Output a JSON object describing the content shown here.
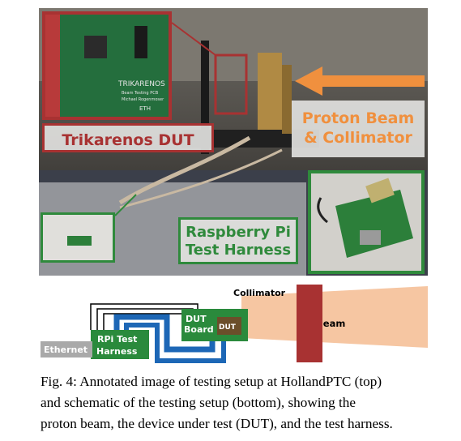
{
  "photo": {
    "label_dut": "Trikarenos DUT",
    "label_beam_line1": "Proton Beam",
    "label_beam_line2": "& Collimator",
    "label_rpi_line1": "Raspberry Pi",
    "label_rpi_line2": "Test Harness",
    "board_text": [
      "TRIKARENOS",
      "Beam Testing PCB",
      "Michael Rogenmoser",
      "ETH"
    ]
  },
  "schematic": {
    "collimator_label": "Collimator",
    "beam_label": "Beam",
    "dut_board_line1": "DUT",
    "dut_board_line2": "Board",
    "dut_chip_label": "DUT",
    "rpi_line1": "RPi Test",
    "rpi_line2": "Harness",
    "ethernet_label": "Ethernet",
    "colors": {
      "board_green": "#2a8a3c",
      "cable_blue": "#1d67b6",
      "collimator_red": "#a83232",
      "beam_orange": "#f6c6a2",
      "ethernet_gray": "#a9a9a9",
      "chip_brown": "#6b4e2a"
    }
  },
  "caption": {
    "line1": "Fig. 4: Annotated image of testing setup at HollandPTC (top)",
    "line2": "and schematic of the testing setup (bottom), showing the",
    "line3": "proton beam, the device under test (DUT), and the test harness."
  }
}
